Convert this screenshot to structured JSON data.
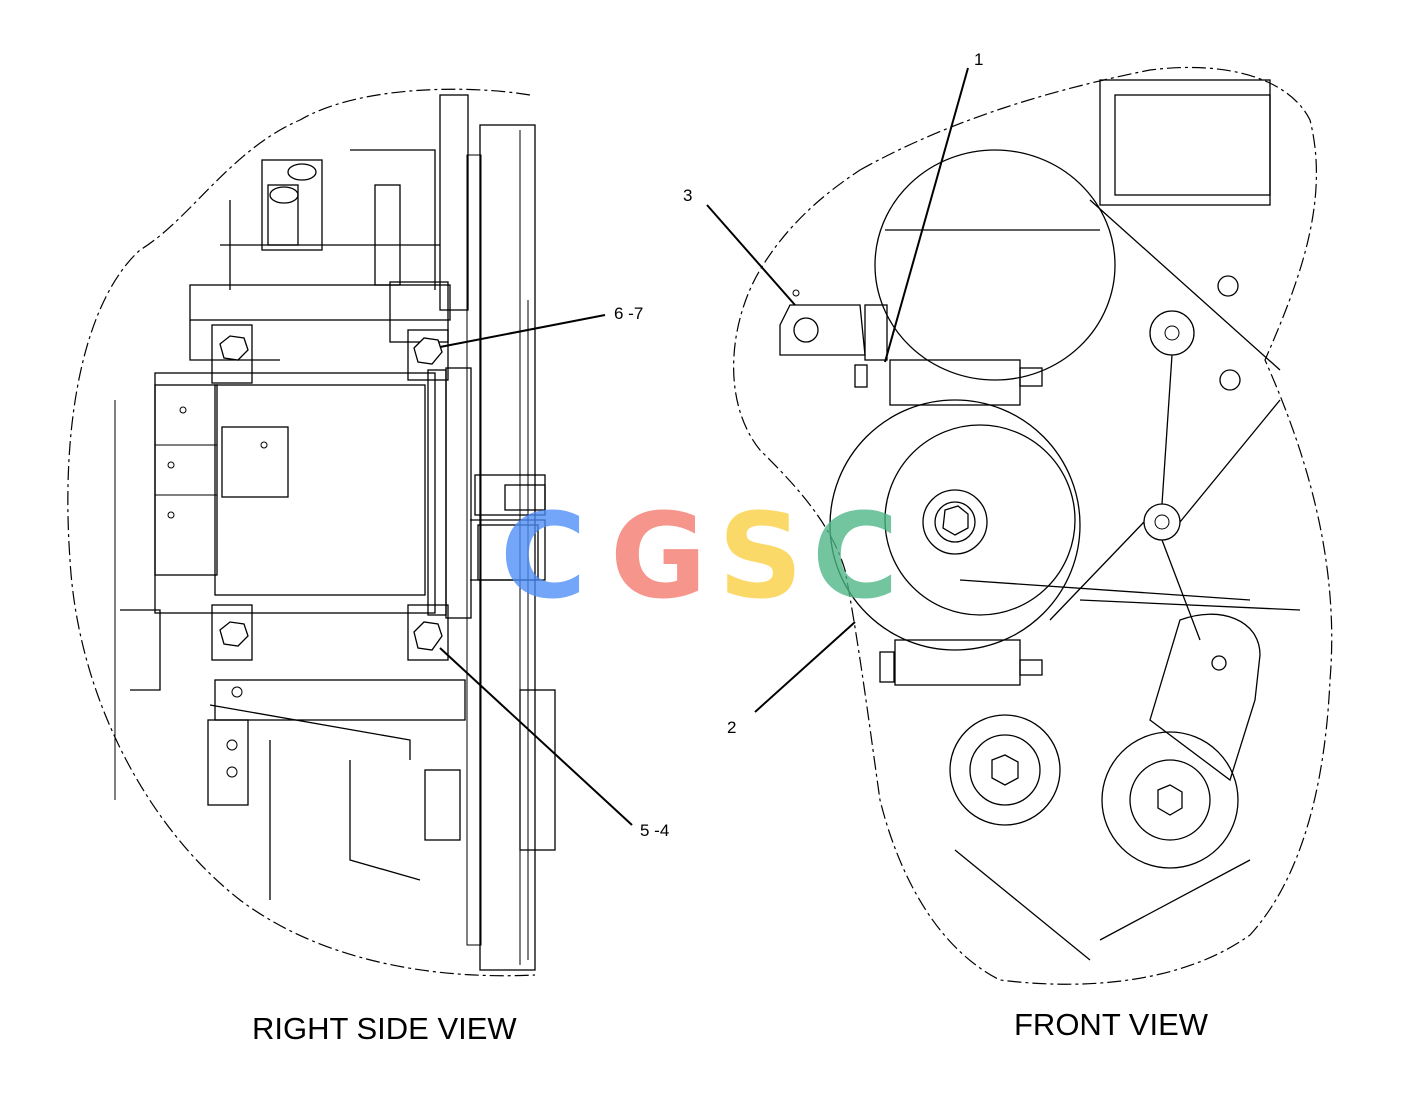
{
  "views": {
    "right_side": {
      "caption": "RIGHT SIDE VIEW"
    },
    "front": {
      "caption": "FRONT VIEW"
    }
  },
  "callouts": {
    "c1": "1",
    "c2": "2",
    "c3": "3",
    "c67": "6 -7",
    "c54": "5 -4"
  },
  "watermark": {
    "letters": [
      "C",
      "G",
      "S",
      "C"
    ],
    "colors": [
      "#4d8ef7",
      "#f4786c",
      "#fbcf3f",
      "#4cb685"
    ]
  }
}
